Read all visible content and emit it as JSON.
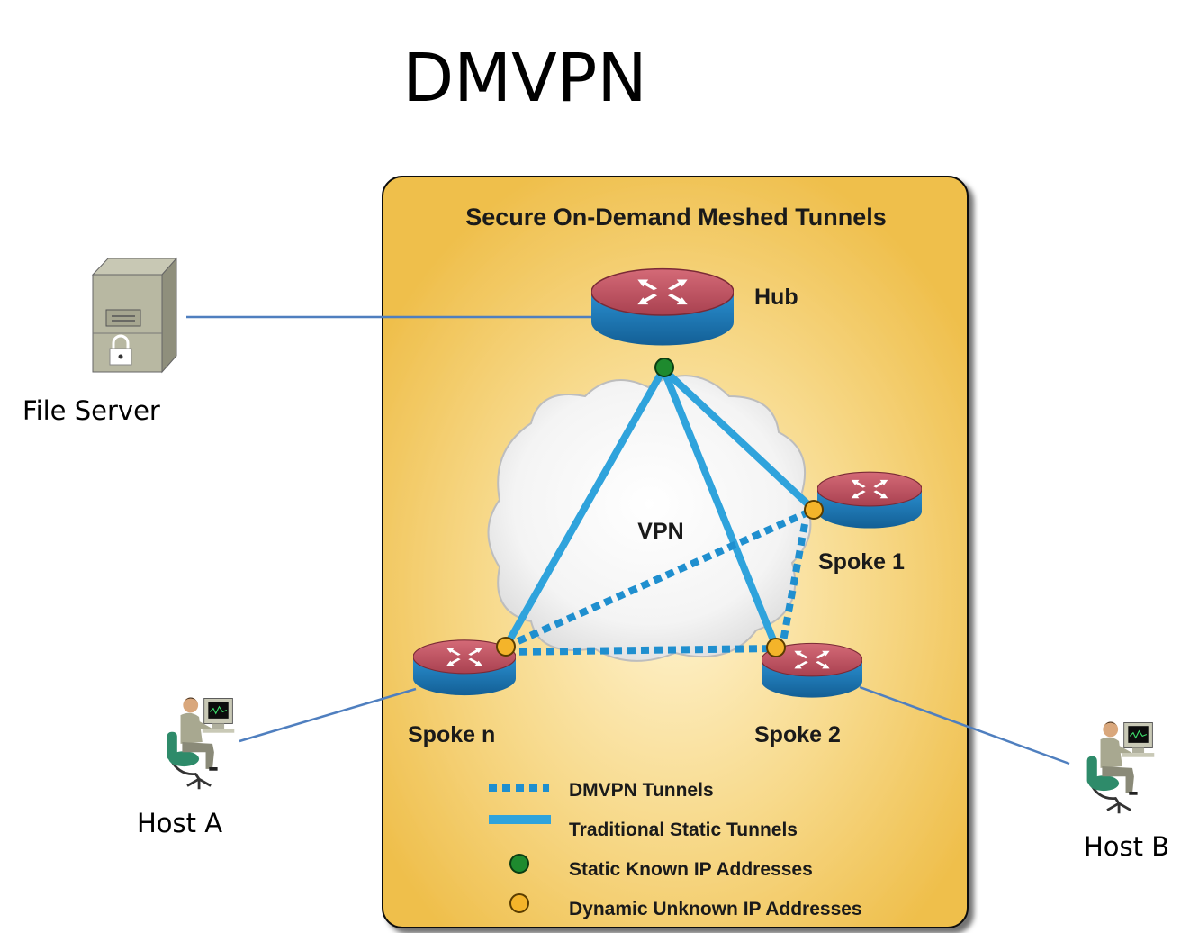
{
  "title": "DMVPN",
  "panel": {
    "heading": "Secure On-Demand Meshed Tunnels",
    "cloud_label": "VPN",
    "colors": {
      "panel_fill": "#f1c65c",
      "panel_glow": "#fff3cc",
      "static_tunnel": "#2fa3dc",
      "dmvpn_tunnel": "#1f8fcf",
      "router_top": "#c0505f",
      "router_side": "#1f77b0",
      "static_ip": "#1e8a2e",
      "dynamic_ip": "#f4b42a"
    }
  },
  "nodes": {
    "hub": "Hub",
    "spoke1": "Spoke 1",
    "spoke2": "Spoke 2",
    "spoken": "Spoke n"
  },
  "external": {
    "file_server": "File Server",
    "host_a": "Host A",
    "host_b": "Host B",
    "link_color": "#4f7fbf"
  },
  "legend": [
    {
      "key": "dmvpn",
      "label": "DMVPN Tunnels"
    },
    {
      "key": "static",
      "label": "Traditional Static Tunnels"
    },
    {
      "key": "static_ip",
      "label": "Static Known IP Addresses"
    },
    {
      "key": "dynamic_ip",
      "label": "Dynamic Unknown IP Addresses"
    }
  ]
}
